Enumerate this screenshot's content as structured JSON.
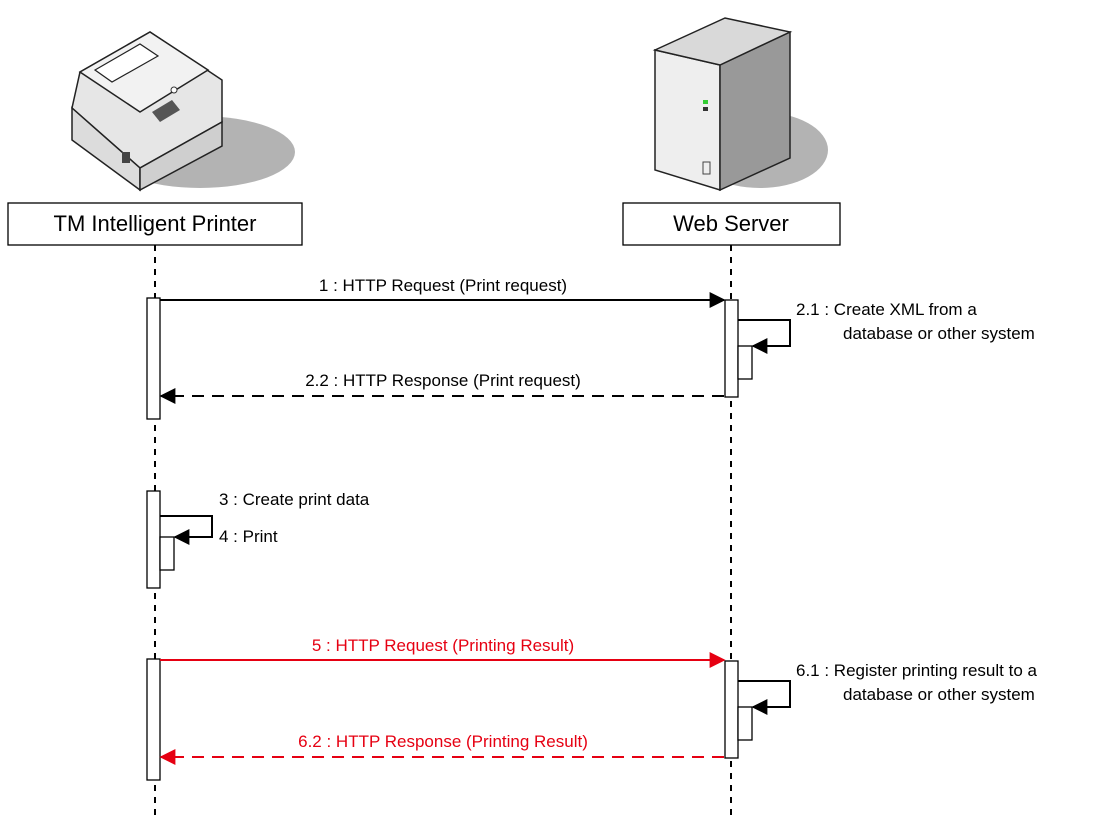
{
  "actors": {
    "printer": {
      "label": "TM Intelligent Printer",
      "icon": "receipt-printer-icon"
    },
    "server": {
      "label": "Web Server",
      "icon": "tower-server-icon"
    }
  },
  "colors": {
    "normal": "#000000",
    "highlight": "#e60012"
  },
  "messages": [
    {
      "label": "1 : HTTP Request (Print request)",
      "style": "solid",
      "color": "normal",
      "from": "printer",
      "to": "server"
    },
    {
      "label": "2.2 : HTTP  Response (Print request)",
      "style": "dashed",
      "color": "normal",
      "from": "server",
      "to": "printer"
    },
    {
      "label": "5 : HTTP Request (Printing Result)",
      "style": "solid",
      "color": "highlight",
      "from": "printer",
      "to": "server"
    },
    {
      "label": "6.2 : HTTP Response (Printing Result)",
      "style": "dashed",
      "color": "highlight",
      "from": "server",
      "to": "printer"
    }
  ],
  "self_calls": [
    {
      "lines": [
        "2.1 : Create XML from a",
        "database or other system"
      ],
      "actor": "server"
    },
    {
      "lines": [
        "3 : Create print data"
      ],
      "actor": "printer"
    },
    {
      "lines": [
        "4 : Print"
      ],
      "actor": "printer"
    },
    {
      "lines": [
        "6.1 : Register printing result to a",
        "database or other system"
      ],
      "actor": "server"
    }
  ]
}
